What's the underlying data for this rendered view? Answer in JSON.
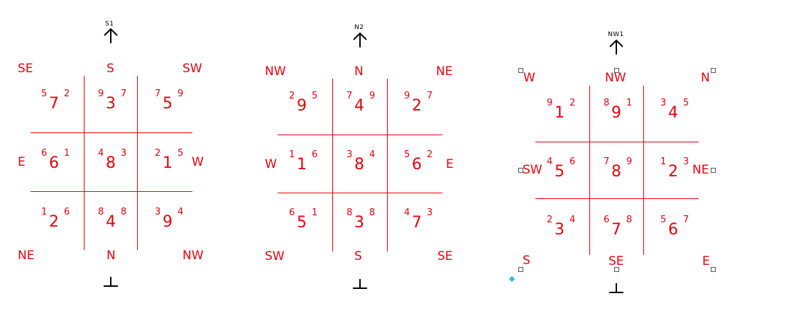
{
  "charts": [
    {
      "arrow_label": "S1",
      "direction_labels": {
        "tl": "SE",
        "tc": "S",
        "tr": "SW",
        "ml": "E",
        "mr": "W",
        "bl": "NE",
        "bc": "N",
        "br": "NW"
      },
      "cells": [
        {
          "sup_left": "5",
          "big": "7",
          "sup_right": "2"
        },
        {
          "sup_left": "9",
          "big": "3",
          "sup_right": "7"
        },
        {
          "sup_left": "7",
          "big": "5",
          "sup_right": "9"
        },
        {
          "sup_left": "6",
          "big": "6",
          "sup_right": "1"
        },
        {
          "sup_left": "4",
          "big": "8",
          "sup_right": "3"
        },
        {
          "sup_left": "2",
          "big": "1",
          "sup_right": "5"
        },
        {
          "sup_left": "1",
          "big": "2",
          "sup_right": "6"
        },
        {
          "sup_left": "8",
          "big": "4",
          "sup_right": "8"
        },
        {
          "sup_left": "3",
          "big": "9",
          "sup_right": "4"
        }
      ]
    },
    {
      "arrow_label": "N2",
      "direction_labels": {
        "tl": "NW",
        "tc": "N",
        "tr": "NE",
        "ml": "W",
        "mr": "E",
        "bl": "SW",
        "bc": "S",
        "br": "SE"
      },
      "cells": [
        {
          "sup_left": "2",
          "big": "9",
          "sup_right": "5"
        },
        {
          "sup_left": "7",
          "big": "4",
          "sup_right": "9"
        },
        {
          "sup_left": "9",
          "big": "2",
          "sup_right": "7"
        },
        {
          "sup_left": "1",
          "big": "1",
          "sup_right": "6"
        },
        {
          "sup_left": "3",
          "big": "8",
          "sup_right": "4"
        },
        {
          "sup_left": "5",
          "big": "6",
          "sup_right": "2"
        },
        {
          "sup_left": "6",
          "big": "5",
          "sup_right": "1"
        },
        {
          "sup_left": "8",
          "big": "3",
          "sup_right": "8"
        },
        {
          "sup_left": "4",
          "big": "7",
          "sup_right": "3"
        }
      ]
    },
    {
      "arrow_label": "NW1",
      "direction_labels": {
        "tl": "W",
        "tc": "NW",
        "tr": "N",
        "ml": "SW",
        "mr": "NE",
        "bl": "S",
        "bc": "SE",
        "br": "E"
      },
      "cells": [
        {
          "sup_left": "9",
          "big": "1",
          "sup_right": "2"
        },
        {
          "sup_left": "8",
          "big": "9",
          "sup_right": "1"
        },
        {
          "sup_left": "3",
          "big": "4",
          "sup_right": "5"
        },
        {
          "sup_left": "4",
          "big": "5",
          "sup_right": "6"
        },
        {
          "sup_left": "7",
          "big": "8",
          "sup_right": "9"
        },
        {
          "sup_left": "1",
          "big": "2",
          "sup_right": "3"
        },
        {
          "sup_left": "2",
          "big": "3",
          "sup_right": "4"
        },
        {
          "sup_left": "6",
          "big": "7",
          "sup_right": "8"
        },
        {
          "sup_left": "5",
          "big": "6",
          "sup_right": "7"
        }
      ]
    }
  ],
  "colors": {
    "chart_red": "#e8000d",
    "grip_accent": "#22c7cf"
  }
}
